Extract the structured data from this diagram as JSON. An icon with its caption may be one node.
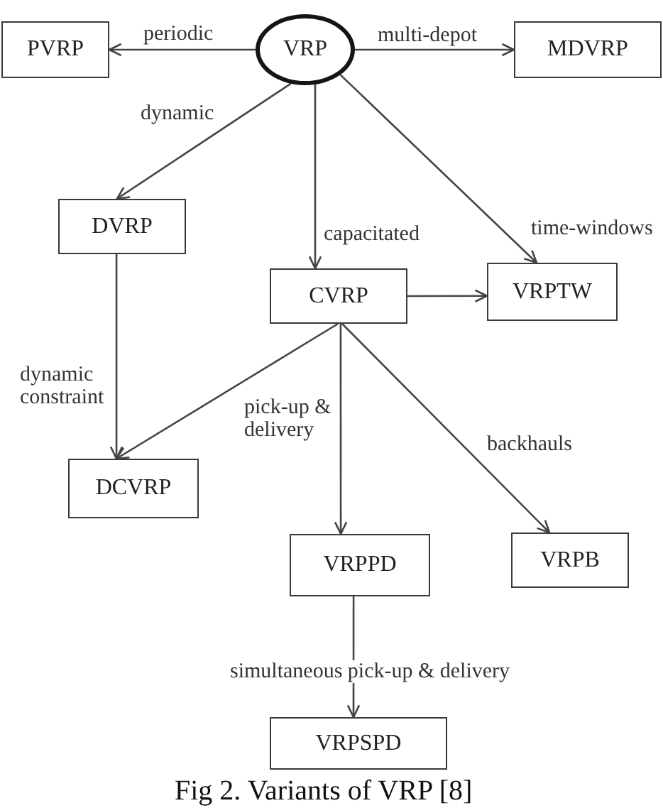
{
  "diagram": {
    "caption": "Fig 2. Variants of VRP [8]",
    "nodes": [
      {
        "text": [
          "PVRP"
        ]
      },
      {
        "text": [
          "VRP"
        ]
      },
      {
        "text": [
          "MDVRP"
        ]
      },
      {
        "text": [
          "DVRP"
        ]
      },
      {
        "text": [
          "CVRP"
        ]
      },
      {
        "text": [
          "VRPTW"
        ]
      },
      {
        "text": [
          "DCVRP"
        ]
      },
      {
        "text": [
          "VRPPD"
        ]
      },
      {
        "text": [
          "VRPB"
        ]
      },
      {
        "text": [
          "VRPSPD"
        ]
      }
    ],
    "edges": [
      {
        "from": 1,
        "to": 0,
        "arrow": "to",
        "label": "periodic"
      },
      {
        "from": 1,
        "to": 2,
        "arrow": "to",
        "label": "multi-depot"
      },
      {
        "from": 1,
        "to": 3,
        "arrow": "to",
        "label": "dynamic"
      },
      {
        "from": 1,
        "to": 4,
        "arrow": "to",
        "label": "capacitated"
      },
      {
        "from": 1,
        "to": 5,
        "arrow": "to",
        "label": "time-windows"
      },
      {
        "from": 4,
        "to": 5,
        "arrow": "to"
      },
      {
        "from": 3,
        "to": 6,
        "arrow": "to",
        "label": "dynamic constraint"
      },
      {
        "from": 4,
        "to": 6,
        "arrow": "to"
      },
      {
        "from": 4,
        "to": 7,
        "arrow": "to",
        "label": "pick-up & delivery"
      },
      {
        "from": 4,
        "to": 8,
        "arrow": "to",
        "label": "backhauls"
      },
      {
        "from": 7,
        "to": 9,
        "arrow": "to",
        "label": "simultaneous pick-up & delivery"
      }
    ]
  }
}
